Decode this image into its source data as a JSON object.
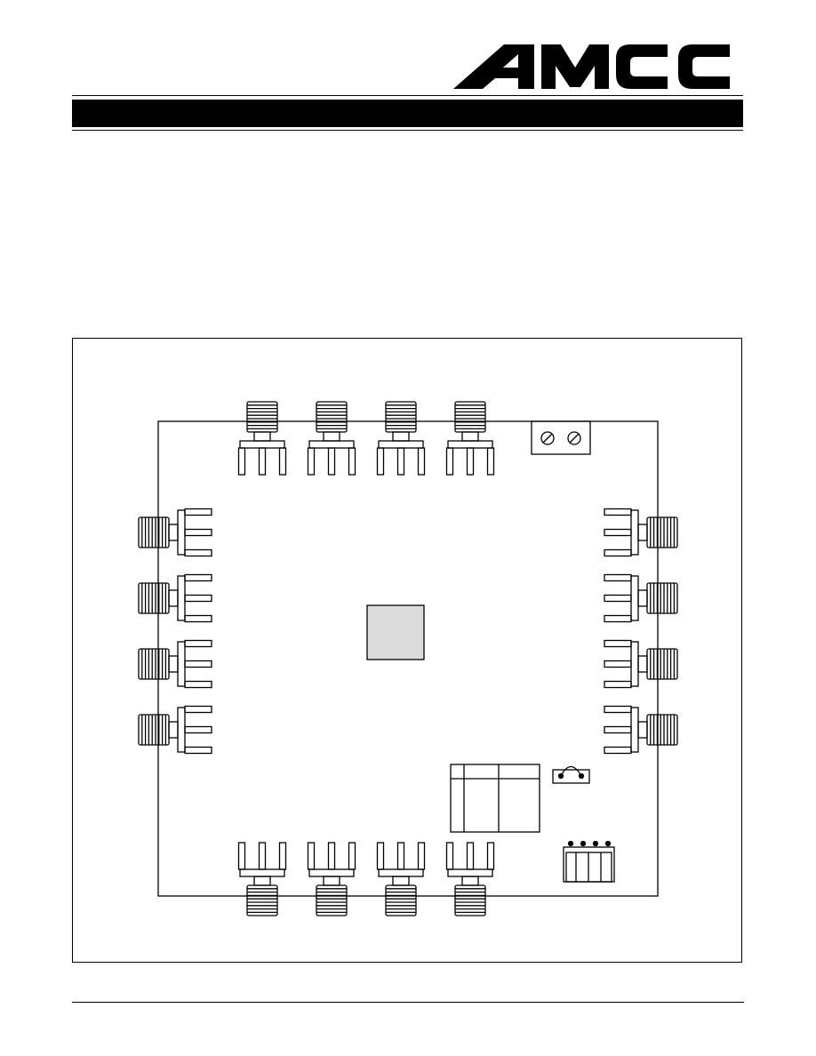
{
  "header": {
    "logo_text": "AMCC"
  },
  "figure": {
    "board": {
      "top_connectors": 4,
      "bottom_connectors": 4,
      "left_connectors": 4,
      "right_connectors": 4,
      "dip_switch_positions": 4
    }
  },
  "colors": {
    "ink": "#000000",
    "chip_fill": "#dcdcdc",
    "paper": "#ffffff"
  }
}
